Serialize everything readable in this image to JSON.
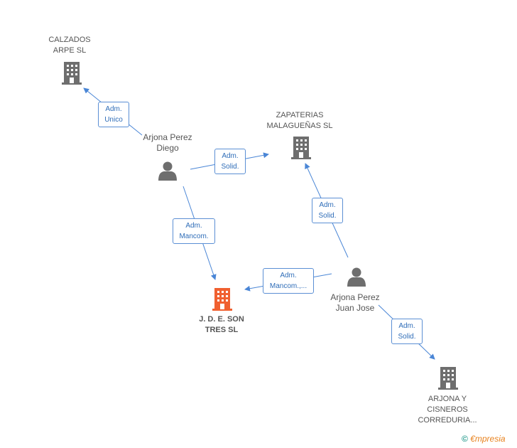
{
  "colors": {
    "edge": "#4a86d6",
    "building": "#6e6e6e",
    "main_building": "#f06030",
    "person": "#6e6e6e",
    "brand": "#e8821e"
  },
  "nodes": {
    "calzados": {
      "line1": "CALZADOS",
      "line2": "ARPE SL"
    },
    "zapaterias": {
      "line1": "ZAPATERIAS",
      "line2": "MALAGUEÑAS SL"
    },
    "jde": {
      "line1": "J. D. E. SON",
      "line2": "TRES SL"
    },
    "arjona_cisneros": {
      "line1": "ARJONA Y",
      "line2": "CISNEROS",
      "line3": "CORREDURIA..."
    },
    "diego": {
      "line1": "Arjona Perez",
      "line2": "Diego"
    },
    "juan": {
      "line1": "Arjona Perez",
      "line2": "Juan Jose"
    }
  },
  "edges": {
    "diego_calzados": {
      "line1": "Adm.",
      "line2": "Unico"
    },
    "diego_zapaterias": {
      "line1": "Adm.",
      "line2": "Solid."
    },
    "diego_jde": {
      "line1": "Adm.",
      "line2": "Mancom."
    },
    "juan_zapaterias": {
      "line1": "Adm.",
      "line2": "Solid."
    },
    "juan_jde": {
      "line1": "Adm.",
      "line2": "Mancom.,..."
    },
    "juan_arjona": {
      "line1": "Adm.",
      "line2": "Solid."
    }
  },
  "brand": {
    "symbol": "©",
    "initial": "€",
    "rest": "mpresia"
  }
}
